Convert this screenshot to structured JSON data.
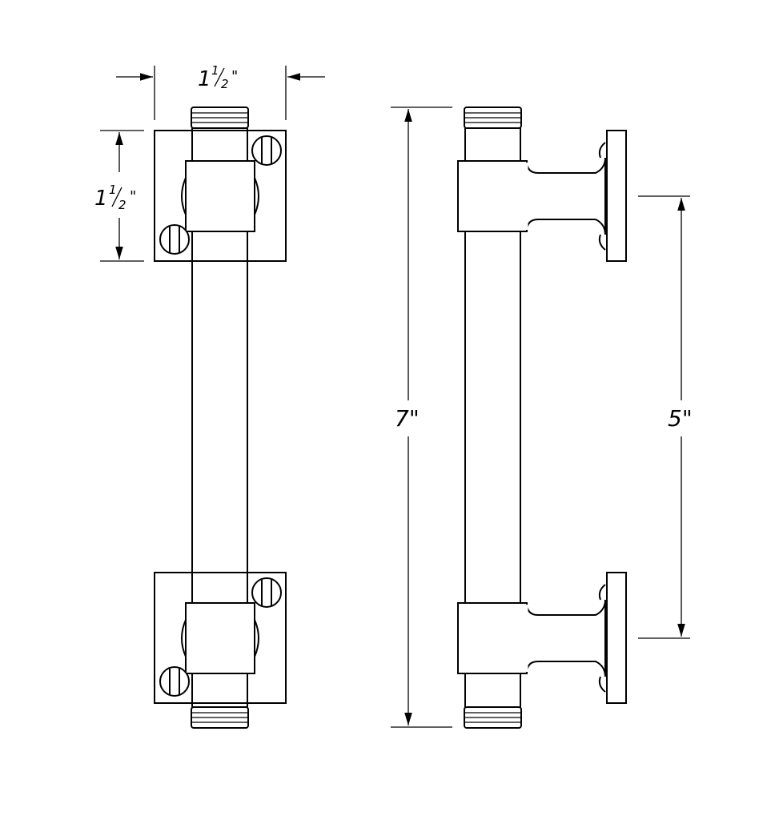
{
  "dimensions": {
    "front_width": {
      "whole": "1",
      "numerator": "1",
      "denominator": "2",
      "mark": "\""
    },
    "front_height": {
      "whole": "1",
      "numerator": "1",
      "denominator": "2",
      "mark": "\""
    },
    "overall_length": "7\"",
    "center_to_center": "5\""
  },
  "colors": {
    "line": "#000000",
    "background": "#ffffff"
  }
}
